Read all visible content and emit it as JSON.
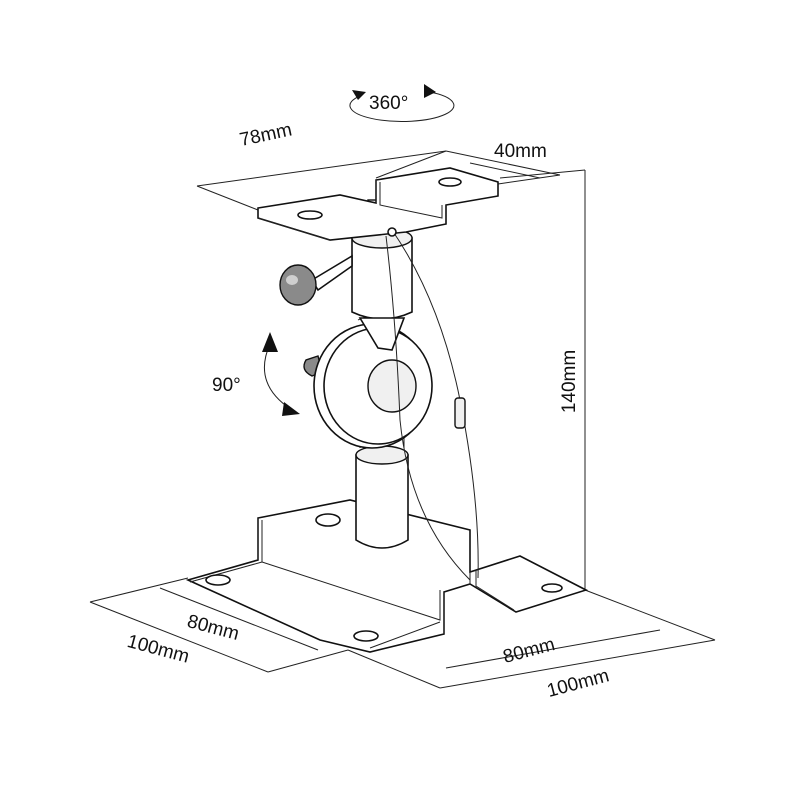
{
  "dimensions": {
    "rotation_top": "360°",
    "rotation_tilt": "90°",
    "top_plate_width": "78mm",
    "top_plate_depth": "40mm",
    "height": "140mm",
    "base_inner_left": "80mm",
    "base_outer_left": "100mm",
    "base_inner_right": "80mm",
    "base_outer_right": "100mm"
  },
  "colors": {
    "line": "#111111",
    "shade": "#8a8a8a",
    "background": "#ffffff"
  }
}
